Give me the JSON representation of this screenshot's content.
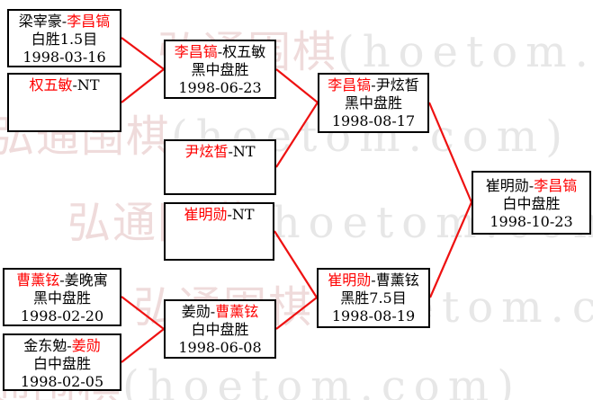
{
  "colors": {
    "winner_red": "#ff0000",
    "line_red": "#ee1111",
    "box_border": "#000000",
    "watermark_cjk": "#efdbdb",
    "watermark_latin": "#e7e7e7",
    "page_bg": "#ffffff"
  },
  "watermark": {
    "cjk": "弘通围棋",
    "latin": "(hoetom.com)"
  },
  "matches": [
    {
      "pre": "梁宰豪-",
      "winner": "李昌镐",
      "post": "",
      "result": "白胜1.5目",
      "date": "1998-03-16"
    },
    {
      "pre": "",
      "winner": "权五敏",
      "post": "-NT",
      "result": "",
      "date": ""
    },
    {
      "pre": "",
      "winner": "李昌镐",
      "post": "-权五敏",
      "result": "黑中盘胜",
      "date": "1998-06-23"
    },
    {
      "pre": "",
      "winner": "尹炫皙",
      "post": "-NT",
      "result": "",
      "date": ""
    },
    {
      "pre": "",
      "winner": "崔明勋",
      "post": "-NT",
      "result": "",
      "date": ""
    },
    {
      "pre": "",
      "winner": "曹薰铉",
      "post": "-姜晚寓",
      "result": "黑中盘胜",
      "date": "1998-02-20"
    },
    {
      "pre": "金东勉-",
      "winner": "姜勋",
      "post": "",
      "result": "白中盘胜",
      "date": "1998-02-05"
    },
    {
      "pre": "姜勋-",
      "winner": "曹薰铉",
      "post": "",
      "result": "白中盘胜",
      "date": "1998-06-08"
    },
    {
      "pre": "",
      "winner": "李昌镐",
      "post": "-尹炫皙",
      "result": "黑中盘胜",
      "date": "1998-08-17"
    },
    {
      "pre": "",
      "winner": "崔明勋",
      "post": "-曹薰铉",
      "result": "黑胜7.5目",
      "date": "1998-08-19"
    },
    {
      "pre": "崔明勋-",
      "winner": "李昌镐",
      "post": "",
      "result": "白中盘胜",
      "date": "1998-10-23"
    }
  ]
}
